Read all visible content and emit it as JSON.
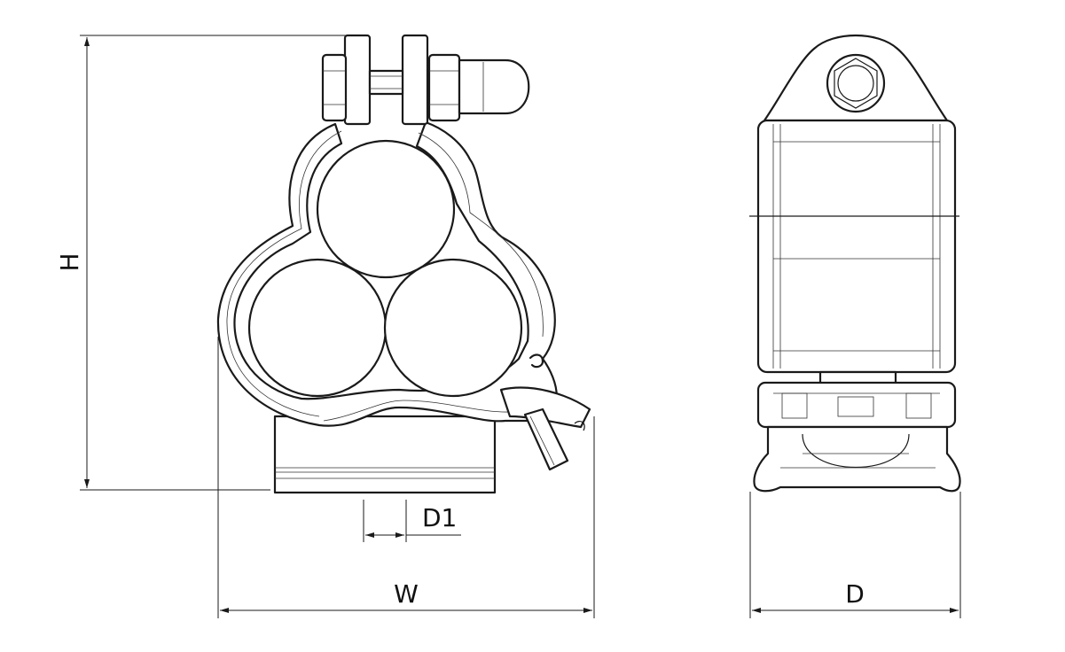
{
  "labels": {
    "height": "H",
    "width": "W",
    "core_diameter": "D1",
    "depth": "D"
  },
  "colors": {
    "line": "#1a1a1a",
    "background": "#ffffff"
  }
}
